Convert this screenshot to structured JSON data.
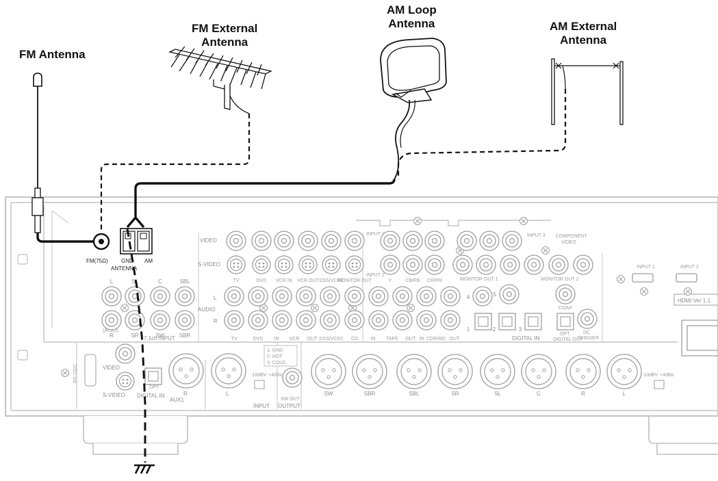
{
  "callouts": {
    "fm_antenna": "FM Antenna",
    "fm_external": [
      "FM External",
      "Antenna"
    ],
    "am_loop": [
      "AM Loop",
      "Antenna"
    ],
    "am_external": [
      "AM External",
      "Antenna"
    ]
  },
  "terminal": {
    "fm": "FM(75Ω)",
    "gnd": "GND",
    "am": "AM",
    "antenna": "ANTENNA"
  },
  "panel": {
    "row_video": "VIDEO",
    "row_svideo": "S-VIDEO",
    "row_audio": "AUDIO",
    "l": "L",
    "r": "R",
    "video_jacks": [
      "TV",
      "DVD",
      "VCR IN",
      "VCR OUT",
      "DSS/VCR2",
      "MONITOR OUT"
    ],
    "input1": "INPUT 1",
    "input2": "INPUT 2",
    "input3": "INPUT 3",
    "comp_labels": [
      "Y",
      "CB/PB",
      "CR/PR"
    ],
    "component_video": [
      "COMPONENT",
      "VIDEO"
    ],
    "monitor_out_1": "MONITOR OUT 1",
    "monitor_out_2": "MONITOR OUT 2",
    "hdmi_in1": "INPUT 1",
    "hdmi_in2": "INPUT 2",
    "hdmi_ver": "HDMI Ver 1.1",
    "ch71_top": [
      "L",
      "SL",
      "C",
      "SBL"
    ],
    "ch71_bottom": [
      "R",
      "SR",
      "SW",
      "SBR"
    ],
    "aux2": "(AUX2)",
    "ch71_input": "7.1ch INPUT",
    "audio_bottom": [
      "TV",
      "DVD",
      "IN",
      "VCR",
      "OUT",
      "DSS/VCR2",
      "CD",
      "IN",
      "TAPE",
      "OUT",
      "IN",
      "CDR/MD",
      "OUT"
    ],
    "digital_in": "DIGITAL IN",
    "digital_nums": [
      "4",
      "5",
      "1",
      "2",
      "3"
    ],
    "coax": "COAX",
    "opt": "OPT",
    "digital_out": "DIGITAL OUT",
    "dc_trigger": [
      "DC",
      "TRIGGER"
    ],
    "rs232c": "RS-232C",
    "video": "VIDEO",
    "svideo": "S-VIDEO",
    "opt_digital_in": [
      "OPT",
      "DIGITAL IN"
    ],
    "aux1": "AUX1",
    "xlr_l": "L",
    "xlr_r": "R",
    "pin_legend": [
      "1: GND",
      "2: HOT",
      "3: COLD"
    ],
    "sw_out": [
      "SW OUT"
    ],
    "output": "OUTPUT",
    "input": "INPUT",
    "level": [
      "-10dBV",
      "+4dBu"
    ],
    "xlr_out": [
      "SW",
      "SBR",
      "SBL",
      "SR",
      "SL",
      "C",
      "R",
      "L"
    ]
  },
  "ground_symbol": "ground-icon"
}
